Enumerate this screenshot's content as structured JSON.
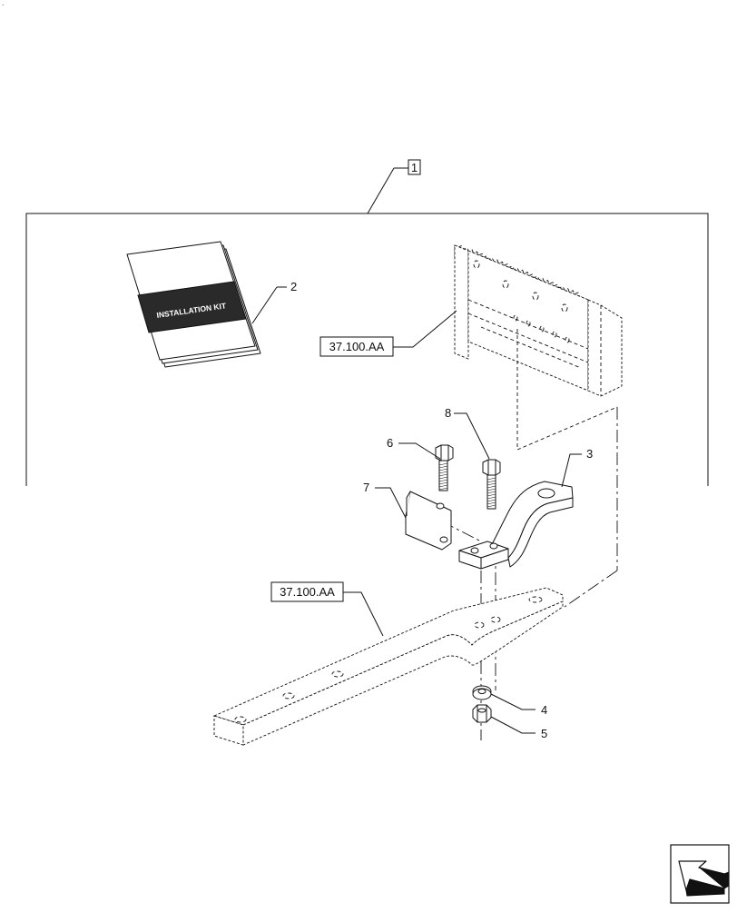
{
  "callouts": {
    "item1": "1",
    "item2": "2",
    "item3": "3",
    "item4": "4",
    "item5": "5",
    "item6": "6",
    "item7": "7",
    "item8": "8"
  },
  "references": {
    "upper_ref": "37.100.AA",
    "lower_ref": "37.100.AA"
  },
  "booklet": {
    "label": "INSTALLATION KIT"
  },
  "corner_mark": "."
}
